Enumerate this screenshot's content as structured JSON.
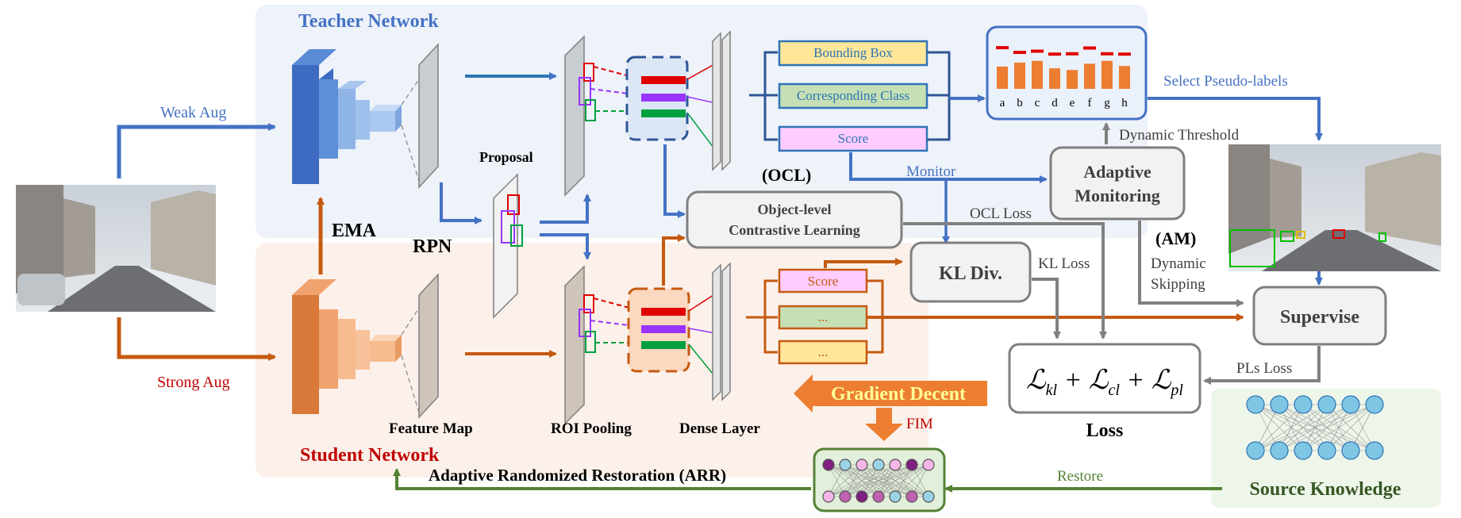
{
  "regions": {
    "teacher_title": "Teacher Network",
    "student_title": "Student Network"
  },
  "inputs": {
    "weak_aug": "Weak Aug",
    "strong_aug": "Strong Aug"
  },
  "labels": {
    "ema": "EMA",
    "rpn": "RPN",
    "proposal": "Proposal",
    "feature_map": "Feature Map",
    "roi_pooling": "ROI Pooling",
    "dense_layer": "Dense Layer"
  },
  "teacher_heads": {
    "bounding_box": "Bounding Box",
    "corresponding_class": "Corresponding Class",
    "score": "Score"
  },
  "student_heads": {
    "score": "Score",
    "dots1": "...",
    "dots2": "..."
  },
  "ocl": {
    "tag": "(OCL)",
    "line1": "Object-level",
    "line2": "Contrastive Learning"
  },
  "am": {
    "line1": "Adaptive",
    "line2": "Monitoring",
    "tag": "(AM)"
  },
  "kl_box": "KL Div.",
  "supervise_box": "Supervise",
  "bar_chart": {
    "letters": [
      "a",
      "b",
      "c",
      "d",
      "e",
      "f",
      "g",
      "h"
    ],
    "bar_heights": [
      0.78,
      0.92,
      0.98,
      0.72,
      0.66,
      0.88,
      0.98,
      0.8
    ],
    "threshold_heights": [
      0.45,
      0.18,
      0.25,
      0.08,
      0.1,
      0.43,
      0.1,
      0.08
    ],
    "bar_color": "#ED7D31",
    "threshold_color": "#E00000"
  },
  "flow_labels": {
    "select_pseudo_labels": "Select Pseudo-labels",
    "dynamic_threshold": "Dynamic Threshold",
    "monitor": "Monitor",
    "ocl_loss": "OCL Loss",
    "kl_loss": "KL Loss",
    "dynamic_skipping_1": "Dynamic",
    "dynamic_skipping_2": "Skipping",
    "pls_loss": "PLs Loss",
    "fim": "FIM",
    "restore": "Restore"
  },
  "loss": {
    "formula_parts": [
      "ℒ",
      "kl",
      " + ℒ",
      "cl",
      " + ℒ",
      "pl"
    ],
    "caption": "Loss"
  },
  "gradient_decent": "Gradient Decent",
  "arr": "Adaptive Randomized Restoration (ARR)",
  "source_knowledge": "Source Knowledge",
  "colors": {
    "teacher_blue": "#4472C4",
    "student_orange": "#C55A11",
    "title_blue": "#4472C4",
    "title_red": "#C00000",
    "green_arrow": "#548235",
    "grey_arrow": "#808080"
  }
}
